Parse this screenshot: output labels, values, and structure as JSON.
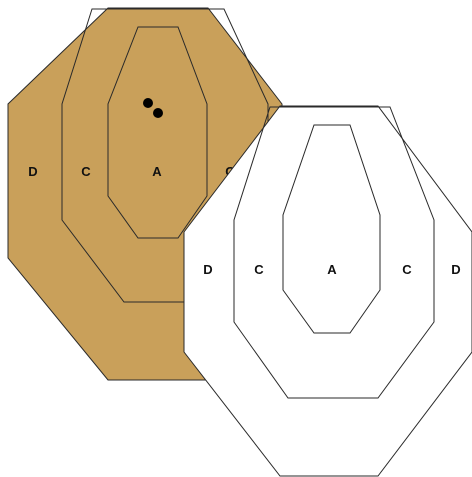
{
  "colors": {
    "tan_target_fill": "#C9A05A",
    "white_target_fill": "#FFFFFF",
    "outline": "#2a2a2a",
    "hole": "#000000"
  },
  "tan_target": {
    "labels": {
      "d_left": "D",
      "c_left": "C",
      "a_center": "A",
      "c_right": "C"
    },
    "bullet_holes": 2
  },
  "white_target": {
    "labels": {
      "d_left": "D",
      "c_left": "C",
      "a_center": "A",
      "c_right": "C",
      "d_right": "D"
    }
  }
}
